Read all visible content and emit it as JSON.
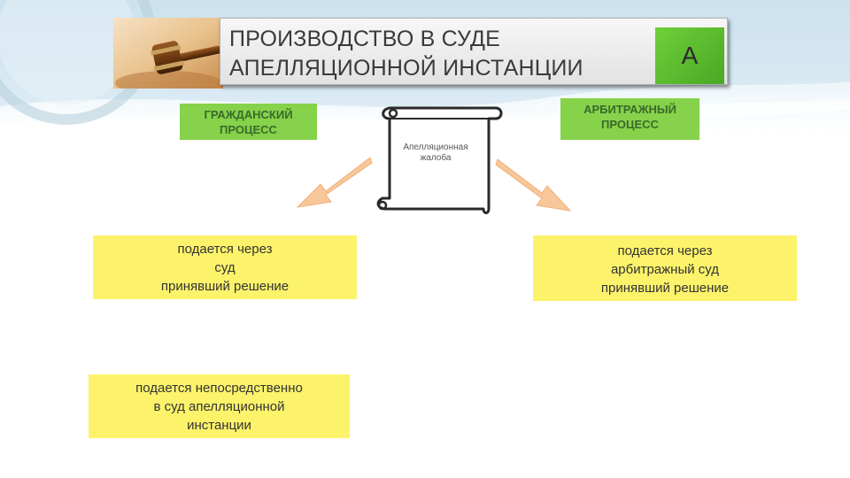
{
  "header": {
    "title_line1": "ПРОИЗВОДСТВО В СУДЕ",
    "title_line2": "АПЕЛЛЯЦИОННОЙ  ИНСТАНЦИИ",
    "badge": "A"
  },
  "civil": {
    "label_line1": "ГРАЖДАНСКИЙ",
    "label_line2": "ПРОЦЕСС"
  },
  "arbitration": {
    "label_line1": "АРБИТРАЖНЫЙ",
    "label_line2": "ПРОЦЕСС"
  },
  "scroll": {
    "line1": "Апелляционная",
    "line2": "жалоба"
  },
  "boxes": {
    "civil_court": [
      "подается через",
      "суд",
      "принявший решение"
    ],
    "arb_court": [
      "подается через",
      "арбитражный суд",
      "принявший решение"
    ],
    "civil_direct": [
      "подается непосредственно",
      "в суд апелляционной",
      "инстанции"
    ]
  },
  "colors": {
    "green_label": "#86d24b",
    "yellow_box": "#fdf36b",
    "arrow": "#f7c79a",
    "badge": "#5cbc2f"
  }
}
